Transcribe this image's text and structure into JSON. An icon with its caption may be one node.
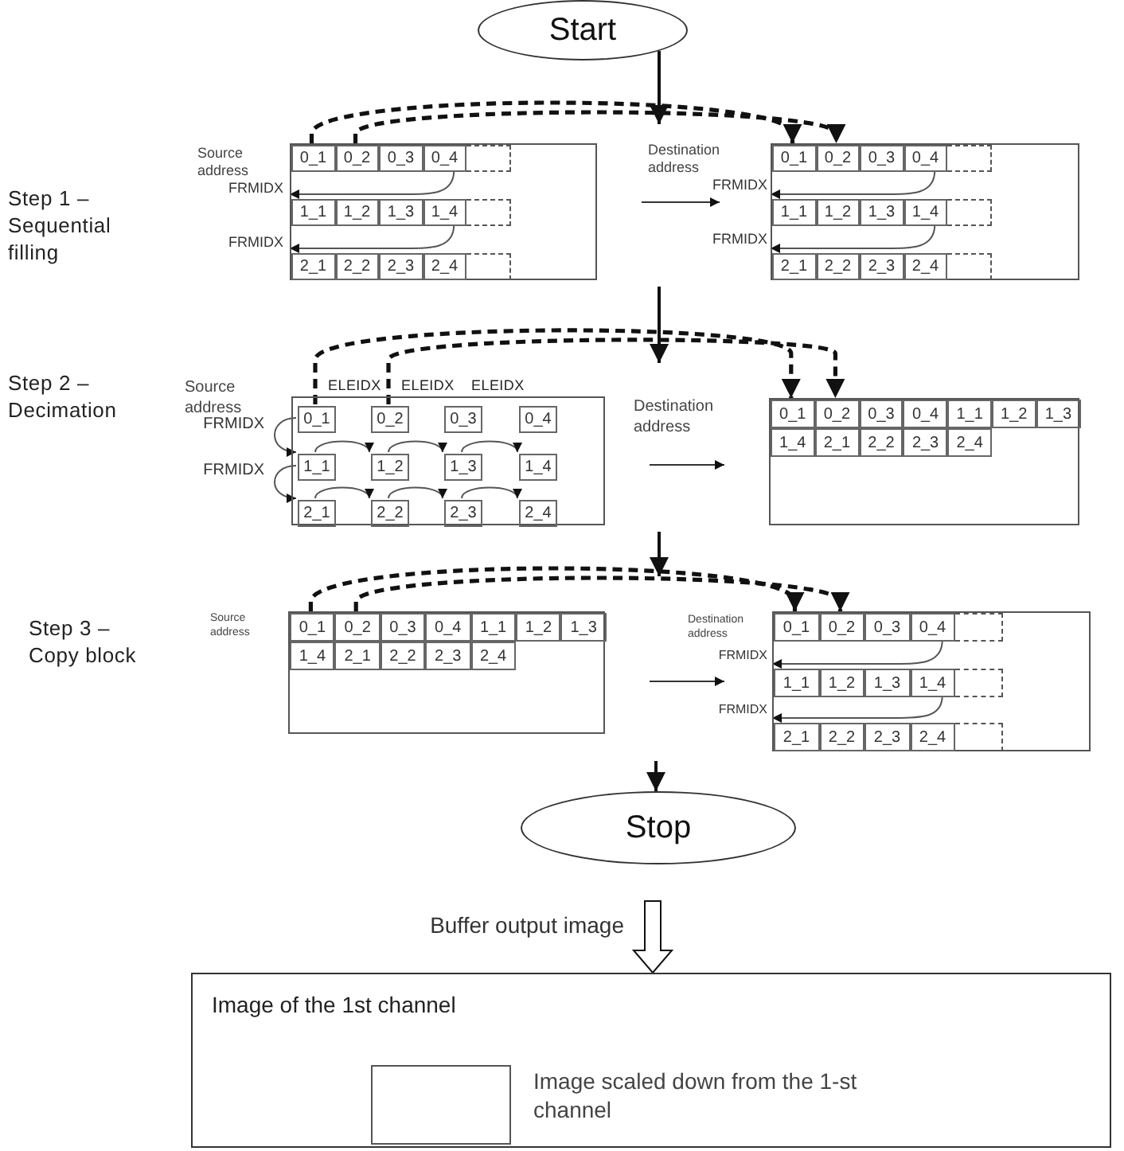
{
  "diagram": {
    "nodes": [
      {
        "text": [
          "Start"
        ]
      },
      {
        "text": [],
        "shape": "box",
        "beside": [
          "Source address"
        ]
      },
      {
        "text": [
          "0_1"
        ],
        "in": 1
      },
      {
        "text": [
          "0_2"
        ],
        "in": 1
      },
      {
        "text": [
          "0_3"
        ],
        "in": 1
      },
      {
        "text": [
          "0_4"
        ],
        "in": 1
      },
      {
        "text": [],
        "shape": "box",
        "in": 1
      },
      {
        "text": [
          "1_1"
        ],
        "in": 1
      },
      {
        "text": [
          "1_2"
        ],
        "in": 1
      },
      {
        "text": [
          "1_3"
        ],
        "in": 1
      },
      {
        "text": [
          "1_4"
        ],
        "in": 1
      },
      {
        "text": [],
        "shape": "box",
        "in": 1
      },
      {
        "text": [
          "2_1"
        ],
        "in": 1
      },
      {
        "text": [
          "2_2"
        ],
        "in": 1
      },
      {
        "text": [
          "2_3"
        ],
        "in": 1
      },
      {
        "text": [
          "2_4"
        ],
        "in": 1
      },
      {
        "text": [],
        "shape": "box",
        "in": 1
      },
      {
        "text": [],
        "shape": "box",
        "beside": [
          "Destination address"
        ]
      },
      {
        "text": [
          "0_1"
        ],
        "in": 17
      },
      {
        "text": [
          "0_2"
        ],
        "in": 17
      },
      {
        "text": [
          "0_3"
        ],
        "in": 17
      },
      {
        "text": [
          "0_4"
        ],
        "in": 17
      },
      {
        "text": [],
        "shape": "box",
        "in": 17
      },
      {
        "text": [
          "1_1"
        ],
        "in": 17
      },
      {
        "text": [
          "1_2"
        ],
        "in": 17
      },
      {
        "text": [
          "1_3"
        ],
        "in": 17
      },
      {
        "text": [
          "1_4"
        ],
        "in": 17
      },
      {
        "text": [],
        "shape": "box",
        "in": 17
      },
      {
        "text": [
          "2_1"
        ],
        "in": 17
      },
      {
        "text": [
          "2_2"
        ],
        "in": 17
      },
      {
        "text": [
          "2_3"
        ],
        "in": 17
      },
      {
        "text": [
          "2_4"
        ],
        "in": 17
      },
      {
        "text": [],
        "shape": "box",
        "in": 17
      },
      {
        "text": [],
        "shape": "box",
        "beside": [
          "Source address"
        ]
      },
      {
        "text": [
          "0_1"
        ],
        "in": 33
      },
      {
        "text": [
          "0_2"
        ],
        "in": 33
      },
      {
        "text": [
          "0_3"
        ],
        "in": 33
      },
      {
        "text": [
          "0_4"
        ],
        "in": 33
      },
      {
        "text": [
          "1_1"
        ],
        "in": 33
      },
      {
        "text": [
          "1_2"
        ],
        "in": 33
      },
      {
        "text": [
          "1_3"
        ],
        "in": 33
      },
      {
        "text": [
          "1_4"
        ],
        "in": 33
      },
      {
        "text": [
          "2_1"
        ],
        "in": 33
      },
      {
        "text": [
          "2_2"
        ],
        "in": 33
      },
      {
        "text": [
          "2_3"
        ],
        "in": 33
      },
      {
        "text": [
          "2_4"
        ],
        "in": 33
      },
      {
        "text": [],
        "shape": "box",
        "beside": [
          "Destination address"
        ]
      },
      {
        "text": [
          "0_1"
        ],
        "in": 46
      },
      {
        "text": [
          "0_2"
        ],
        "in": 46
      },
      {
        "text": [
          "0_3"
        ],
        "in": 46
      },
      {
        "text": [
          "0_4"
        ],
        "in": 46
      },
      {
        "text": [
          "1_1"
        ],
        "in": 46
      },
      {
        "text": [
          "1_2"
        ],
        "in": 46
      },
      {
        "text": [
          "1_3"
        ],
        "in": 46
      },
      {
        "text": [
          "1_4"
        ],
        "in": 46
      },
      {
        "text": [
          "2_1"
        ],
        "in": 46
      },
      {
        "text": [
          "2_2"
        ],
        "in": 46
      },
      {
        "text": [
          "2_3"
        ],
        "in": 46
      },
      {
        "text": [
          "2_4"
        ],
        "in": 46
      },
      {
        "text": [],
        "shape": "box",
        "beside": [
          "Source address"
        ]
      },
      {
        "text": [
          "0_1"
        ],
        "in": 59
      },
      {
        "text": [
          "0_2"
        ],
        "in": 59
      },
      {
        "text": [
          "0_3"
        ],
        "in": 59
      },
      {
        "text": [
          "0_4"
        ],
        "in": 59
      },
      {
        "text": [
          "1_1"
        ],
        "in": 59
      },
      {
        "text": [
          "1_2"
        ],
        "in": 59
      },
      {
        "text": [
          "1_3"
        ],
        "in": 59
      },
      {
        "text": [
          "1_4"
        ],
        "in": 59
      },
      {
        "text": [
          "2_1"
        ],
        "in": 59
      },
      {
        "text": [
          "2_2"
        ],
        "in": 59
      },
      {
        "text": [
          "2_3"
        ],
        "in": 59
      },
      {
        "text": [
          "2_4"
        ],
        "in": 59
      },
      {
        "text": [],
        "shape": "box",
        "beside": [
          "Destination address"
        ]
      },
      {
        "text": [
          "0_1"
        ],
        "in": 72
      },
      {
        "text": [
          "0_2"
        ],
        "in": 72
      },
      {
        "text": [
          "0_3"
        ],
        "in": 72
      },
      {
        "text": [
          "0_4"
        ],
        "in": 72
      },
      {
        "text": [],
        "shape": "box",
        "in": 72
      },
      {
        "text": [
          "1_1"
        ],
        "in": 72
      },
      {
        "text": [
          "1_2"
        ],
        "in": 72
      },
      {
        "text": [
          "1_3"
        ],
        "in": 72
      },
      {
        "text": [
          "1_4"
        ],
        "in": 72
      },
      {
        "text": [],
        "shape": "box",
        "in": 72
      },
      {
        "text": [
          "2_1"
        ],
        "in": 72
      },
      {
        "text": [
          "2_2"
        ],
        "in": 72
      },
      {
        "text": [
          "2_3"
        ],
        "in": 72
      },
      {
        "text": [
          "2_4"
        ],
        "in": 72
      },
      {
        "text": [],
        "shape": "box",
        "in": 72
      },
      {
        "text": [
          "Stop"
        ]
      },
      {
        "text": [
          "Image of the 1st channel"
        ]
      },
      {
        "text": [],
        "shape": "box",
        "in": 89,
        "beside": [
          "Image scaled down from the 1-st channel"
        ]
      }
    ],
    "edges": [
      {
        "from": 0,
        "to": 17,
        "arrow": "to"
      },
      {
        "from": 2,
        "to": 18,
        "arrow": "to",
        "style": "dashed"
      },
      {
        "from": 3,
        "to": 19,
        "arrow": "to",
        "style": "dashed"
      },
      {
        "from": 5,
        "to": 7,
        "arrow": "to",
        "label": "FRMIDX"
      },
      {
        "from": 10,
        "to": 12,
        "arrow": "to",
        "label": "FRMIDX"
      },
      {
        "from": 21,
        "to": 23,
        "arrow": "to",
        "label": "FRMIDX"
      },
      {
        "from": 26,
        "to": 28,
        "arrow": "to",
        "label": "FRMIDX"
      },
      {
        "from": 34,
        "to": 47,
        "arrow": "to",
        "style": "dashed"
      },
      {
        "from": 35,
        "to": 48,
        "arrow": "to",
        "style": "dashed"
      },
      {
        "from": 34,
        "to": 38,
        "arrow": "to",
        "label": "FRMIDX"
      },
      {
        "from": 38,
        "to": 42,
        "arrow": "to",
        "label": "FRMIDX"
      },
      {
        "from": 38,
        "to": 39,
        "arrow": "to"
      },
      {
        "from": 39,
        "to": 40,
        "arrow": "to"
      },
      {
        "from": 40,
        "to": 41,
        "arrow": "to"
      },
      {
        "from": 42,
        "to": 43,
        "arrow": "to"
      },
      {
        "from": 43,
        "to": 44,
        "arrow": "to"
      },
      {
        "from": 44,
        "to": 45,
        "arrow": "to"
      },
      {
        "from": 60,
        "to": 73,
        "arrow": "to",
        "style": "dashed"
      },
      {
        "from": 61,
        "to": 74,
        "arrow": "to",
        "style": "dashed"
      },
      {
        "from": 76,
        "to": 78,
        "arrow": "to",
        "label": "FRMIDX"
      },
      {
        "from": 81,
        "to": 83,
        "arrow": "to",
        "label": "FRMIDX"
      },
      {
        "from": null,
        "to": 88,
        "arrow": "to"
      },
      {
        "from": null,
        "to": 89,
        "arrow": "to",
        "label": "Buffer output image"
      }
    ],
    "labels": [
      "Step 1 – Sequential filling",
      "Step 2 – Decimation",
      "ELEIDX",
      "ELEIDX",
      "ELEIDX",
      "Step 3 – Copy block"
    ]
  }
}
